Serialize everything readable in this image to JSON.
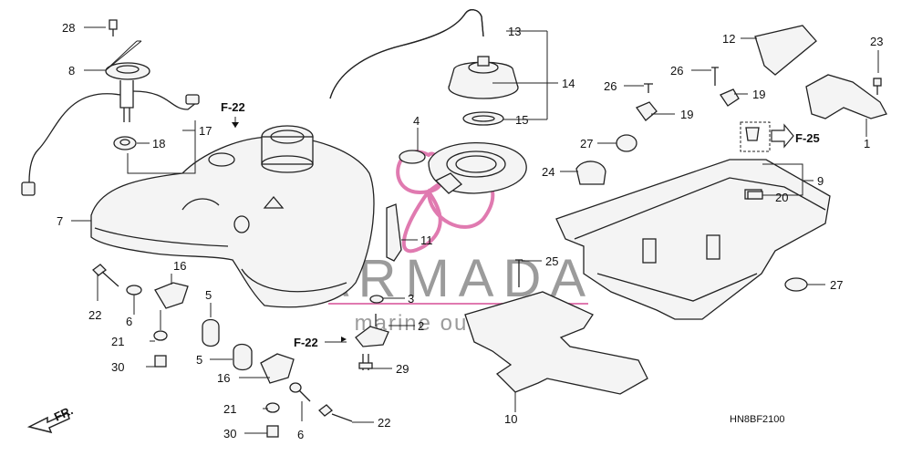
{
  "diagram_code": "HN8BF2100",
  "direction_label": "FR.",
  "watermark": {
    "brand": "ARMADA",
    "subtitle": "marine outboards",
    "accent_color": "#e07ab0",
    "text_color": "#8a8a8a"
  },
  "refs": {
    "f22_top": "F-22",
    "f22_bottom": "F-22",
    "f25": "F-25"
  },
  "callouts": [
    {
      "id": "28",
      "label": "28"
    },
    {
      "id": "8",
      "label": "8"
    },
    {
      "id": "17",
      "label": "17"
    },
    {
      "id": "18",
      "label": "18"
    },
    {
      "id": "7",
      "label": "7"
    },
    {
      "id": "13",
      "label": "13"
    },
    {
      "id": "14",
      "label": "14"
    },
    {
      "id": "15",
      "label": "15"
    },
    {
      "id": "4",
      "label": "4"
    },
    {
      "id": "11",
      "label": "11"
    },
    {
      "id": "3",
      "label": "3"
    },
    {
      "id": "2",
      "label": "2"
    },
    {
      "id": "29",
      "label": "29"
    },
    {
      "id": "25",
      "label": "25"
    },
    {
      "id": "10",
      "label": "10"
    },
    {
      "id": "12",
      "label": "12"
    },
    {
      "id": "23",
      "label": "23"
    },
    {
      "id": "26a",
      "label": "26"
    },
    {
      "id": "26b",
      "label": "26"
    },
    {
      "id": "19a",
      "label": "19"
    },
    {
      "id": "19b",
      "label": "19"
    },
    {
      "id": "27a",
      "label": "27"
    },
    {
      "id": "27b",
      "label": "27"
    },
    {
      "id": "24",
      "label": "24"
    },
    {
      "id": "9",
      "label": "9"
    },
    {
      "id": "20",
      "label": "20"
    },
    {
      "id": "1",
      "label": "1"
    },
    {
      "id": "22a",
      "label": "22"
    },
    {
      "id": "22b",
      "label": "22"
    },
    {
      "id": "6a",
      "label": "6"
    },
    {
      "id": "6b",
      "label": "6"
    },
    {
      "id": "16a",
      "label": "16"
    },
    {
      "id": "16b",
      "label": "16"
    },
    {
      "id": "5a",
      "label": "5"
    },
    {
      "id": "5b",
      "label": "5"
    },
    {
      "id": "21a",
      "label": "21"
    },
    {
      "id": "21b",
      "label": "21"
    },
    {
      "id": "30a",
      "label": "30"
    },
    {
      "id": "30b",
      "label": "30"
    }
  ]
}
